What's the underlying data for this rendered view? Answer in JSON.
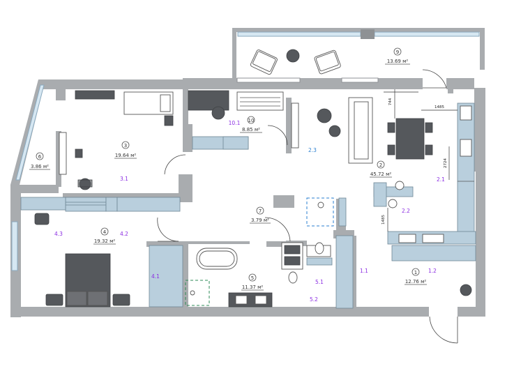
{
  "rooms": [
    {
      "id": "r1",
      "number": "1",
      "area": "12.76 м²"
    },
    {
      "id": "r2",
      "number": "2",
      "area": "45.72 м²"
    },
    {
      "id": "r3",
      "number": "3",
      "area": "19.64 м²"
    },
    {
      "id": "r4",
      "number": "4",
      "area": "19.32 м²"
    },
    {
      "id": "r5",
      "number": "5",
      "area": "11.37 м²"
    },
    {
      "id": "r6",
      "number": "6",
      "area": "3.86 м²"
    },
    {
      "id": "r7",
      "number": "7",
      "area": "3.79 м²"
    },
    {
      "id": "r9",
      "number": "9",
      "area": "13.69 м²"
    },
    {
      "id": "r10",
      "number": "10",
      "area": "8.85 м²"
    }
  ],
  "zones": {
    "z1_1": "1.1",
    "z1_2": "1.2",
    "z2_1": "2.1",
    "z2_2": "2.2",
    "z2_3": "2.3",
    "z3_1": "3.1",
    "z4_1": "4.1",
    "z4_2": "4.2",
    "z4_3": "4.3",
    "z5_1": "5.1",
    "z5_2": "5.2",
    "z10_1": "10.1"
  },
  "dimensions": {
    "d1": "1485",
    "d2": "744",
    "d3": "2724",
    "d4": "1485"
  },
  "colors": {
    "wall": "#a9acaf",
    "cabinet": "#b9cfdd",
    "furniture_dark": "#55585c",
    "zone_label": "#8a2be2"
  }
}
